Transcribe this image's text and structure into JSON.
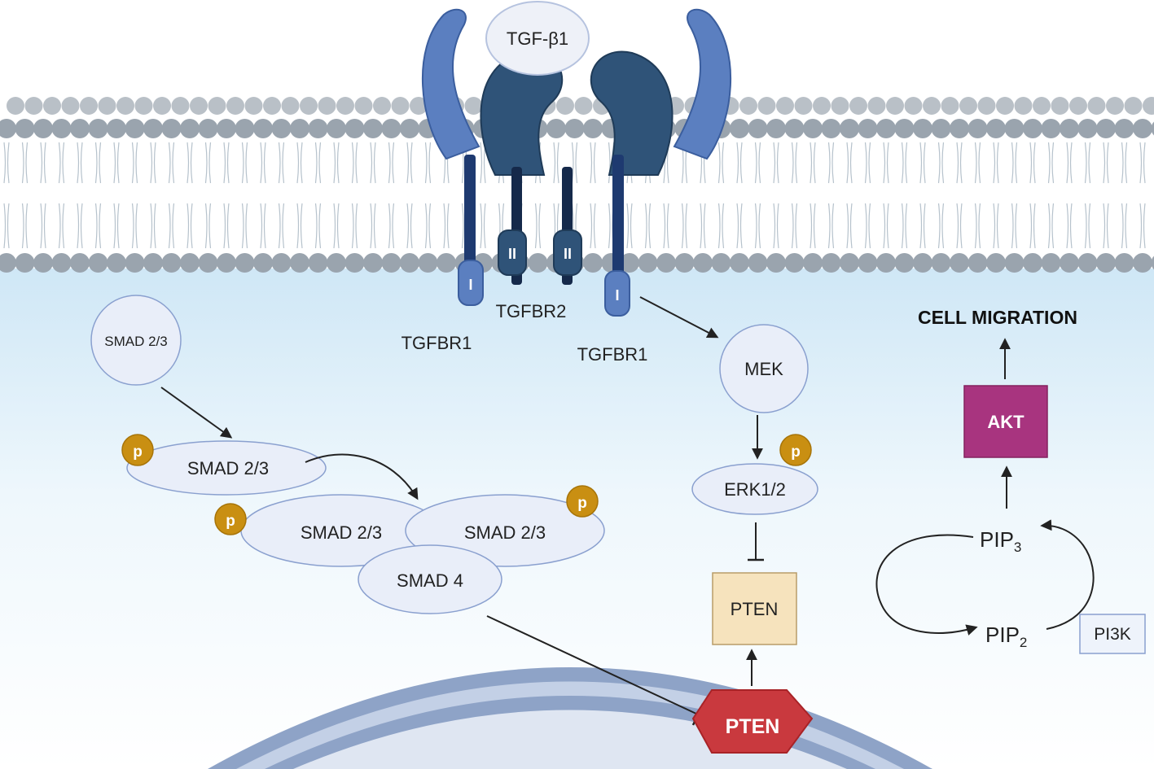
{
  "ligand": {
    "label": "TGF-β1"
  },
  "receptors": {
    "type1_left_label": "TGFBR1",
    "type2_label": "TGFBR2",
    "type1_right_label": "TGFBR1",
    "domain_type1": "I",
    "domain_type2": "II"
  },
  "smad_pathway": {
    "smad23_free": "SMAD 2/3",
    "smad23_phos": "SMAD 2/3",
    "complex_left": "SMAD 2/3",
    "complex_right": "SMAD 2/3",
    "complex_smad4": "SMAD 4",
    "phospho_mark": "p"
  },
  "mapk_pathway": {
    "mek": "MEK",
    "erk": "ERK1/2",
    "phospho_mark": "p",
    "pten_protein": "PTEN"
  },
  "nucleus": {
    "pten_gene": "PTEN"
  },
  "pi3k_pathway": {
    "outcome": "CELL MIGRATION",
    "akt": "AKT",
    "pip3_base": "PIP",
    "pip3_sub": "3",
    "pip2_base": "PIP",
    "pip2_sub": "2",
    "pi3k": "PI3K"
  },
  "colors": {
    "receptor_type1": "#5b7fc0",
    "receptor_type2": "#2f5378",
    "receptor_stalk": "#1e3a70",
    "membrane_head": "#9aa4ae",
    "oval_fill": "#e9eef9",
    "oval_stroke": "#8aa0cf",
    "phospho": "#c98f12",
    "akt_fill": "#a8347f",
    "pten_box_fill": "#f6e3bd",
    "pten_octagon": "#c9393e",
    "pi3k_box_fill": "#eef3fb"
  }
}
